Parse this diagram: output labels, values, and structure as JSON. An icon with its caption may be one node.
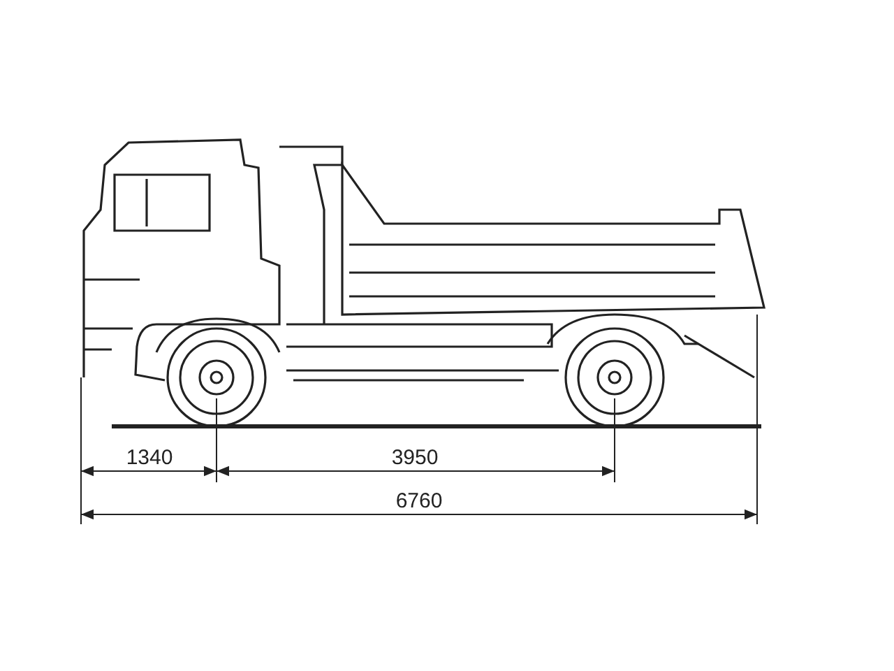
{
  "diagram": {
    "labels": [
      "1340",
      "3950",
      "6760"
    ]
  }
}
